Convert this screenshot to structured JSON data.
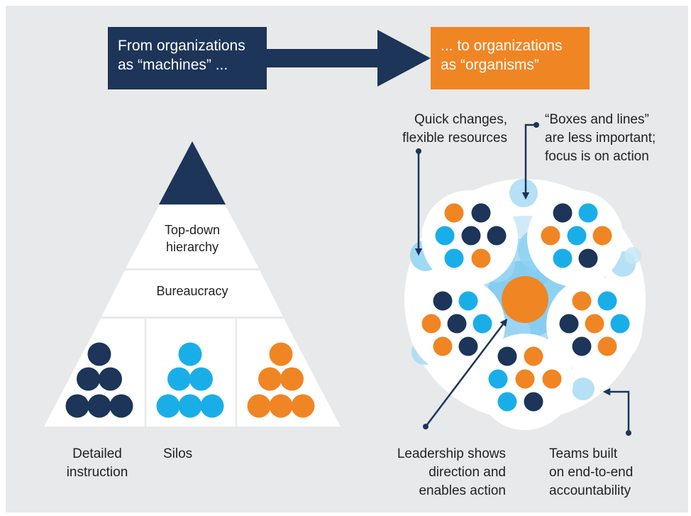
{
  "header": {
    "machines_label": "From organizations\nas “machines” ...",
    "organisms_label": "... to organizations\nas “organisms”"
  },
  "pyramid": {
    "tier_top": "Top-down\nhierarchy",
    "tier_middle": "Bureaucracy",
    "caption_left": "Detailed\ninstruction",
    "caption_middle": "Silos"
  },
  "organism": {
    "callout_quick": "Quick changes,\nflexible resources",
    "callout_boxes": "“Boxes and lines”\nare less important;\nfocus is on action",
    "callout_leadership": "Leadership shows\ndirection and\nenables action",
    "callout_teams": "Teams built\non end-to-end\naccountability"
  },
  "colors": {
    "navy": "#1c3558",
    "cyan": "#1aaee8",
    "orange": "#f08524",
    "panel": "#e8e9ea"
  }
}
